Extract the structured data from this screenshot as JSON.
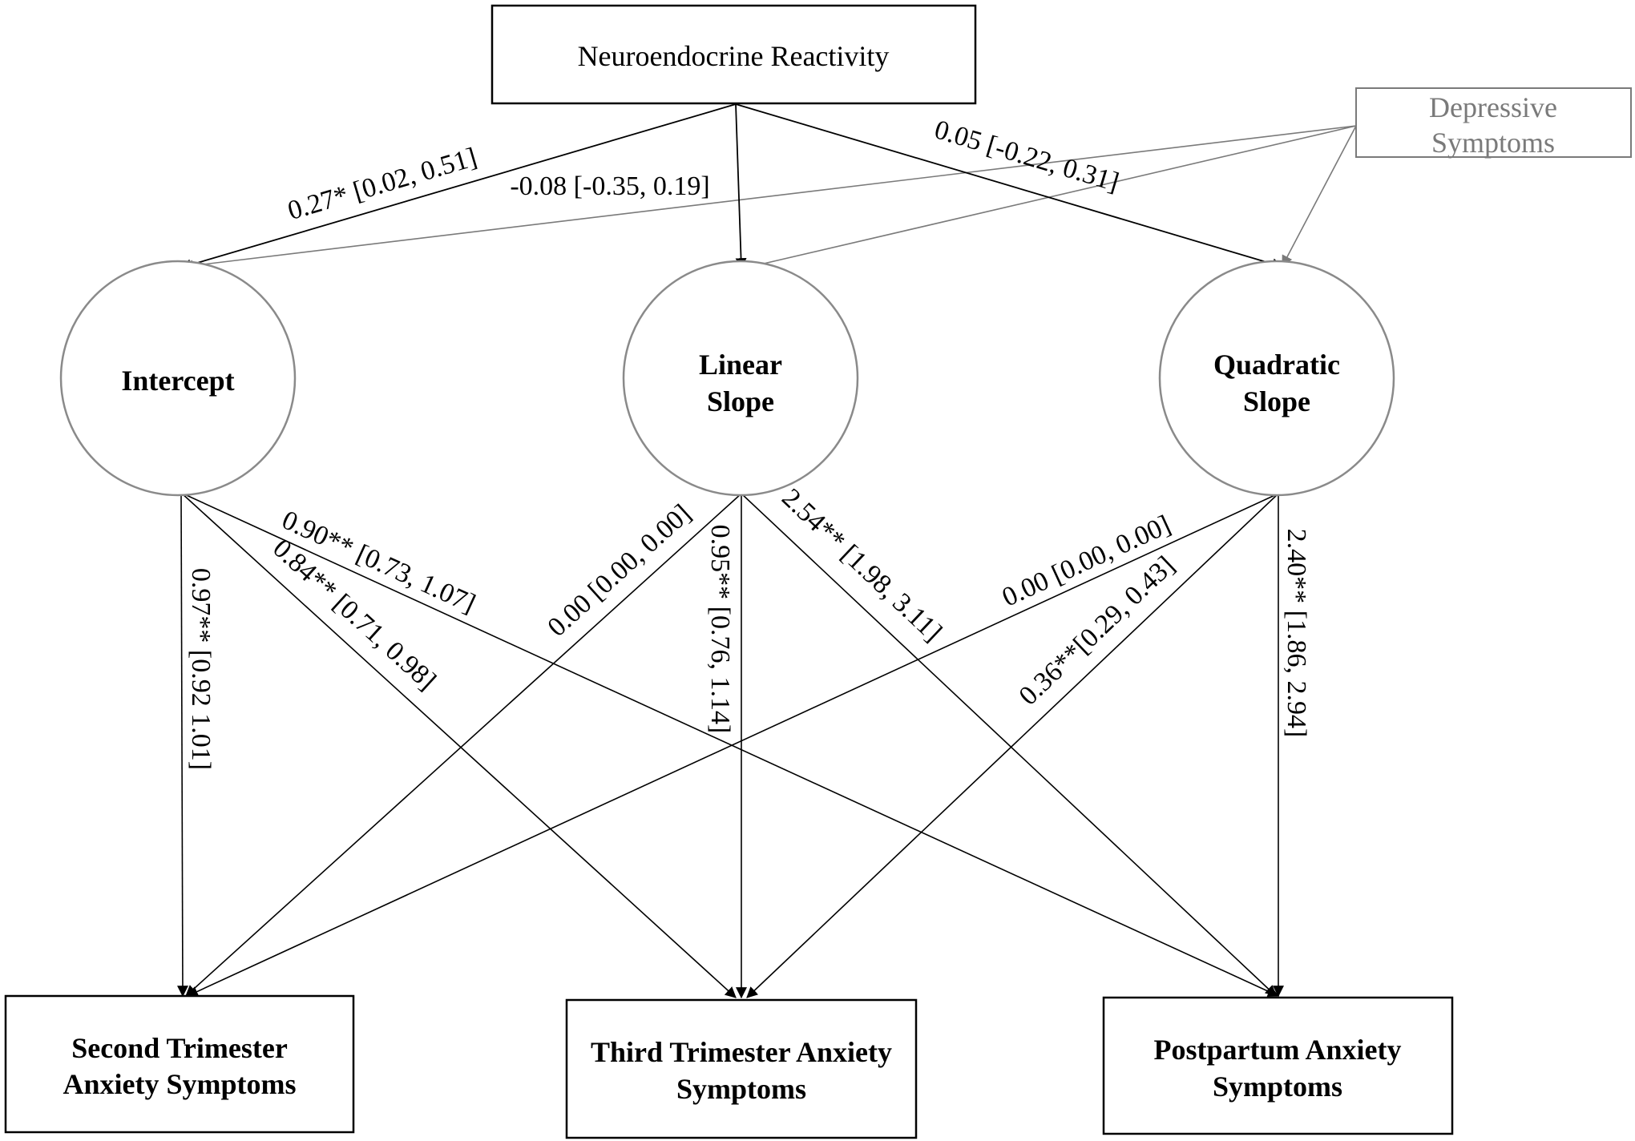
{
  "nodes": {
    "neuroendocrine": "Neuroendocrine Reactivity",
    "depressive": [
      "Depressive",
      "Symptoms"
    ],
    "intercept": "Intercept",
    "linear_slope": [
      "Linear",
      "Slope"
    ],
    "quadratic_slope": [
      "Quadratic",
      "Slope"
    ],
    "second_trimester": [
      "Second Trimester",
      "Anxiety Symptoms"
    ],
    "third_trimester": [
      "Third Trimester Anxiety",
      "Symptoms"
    ],
    "postpartum": [
      "Postpartum Anxiety",
      "Symptoms"
    ]
  },
  "paths": {
    "ner_to_intercept": "0.27* [0.02, 0.51]",
    "ner_to_linear": "-0.08 [-0.35, 0.19]",
    "ner_to_quadratic": "0.05  [-0.22, 0.31]",
    "intercept_to_second": "0.97** [0.92 1.01]",
    "intercept_to_third": "0.84** [0.71, 0.98]",
    "intercept_to_postpartum": "0.90** [0.73, 1.07]",
    "linear_to_second": "0.00 [0.00, 0.00]",
    "linear_to_third": "0.95** [0.76, 1.14]",
    "linear_to_postpartum": "2.54** [1.98, 3.11]",
    "quadratic_to_second": "0.00 [0.00, 0.00]",
    "quadratic_to_third": "0.36**[0.29, 0.43]",
    "quadratic_to_postpartum": "2.40** [1.86, 2.94]"
  },
  "colors": {
    "primary": "#000000",
    "covariate": "#7a7a7a",
    "latent_outline": "#8a8a8a"
  }
}
